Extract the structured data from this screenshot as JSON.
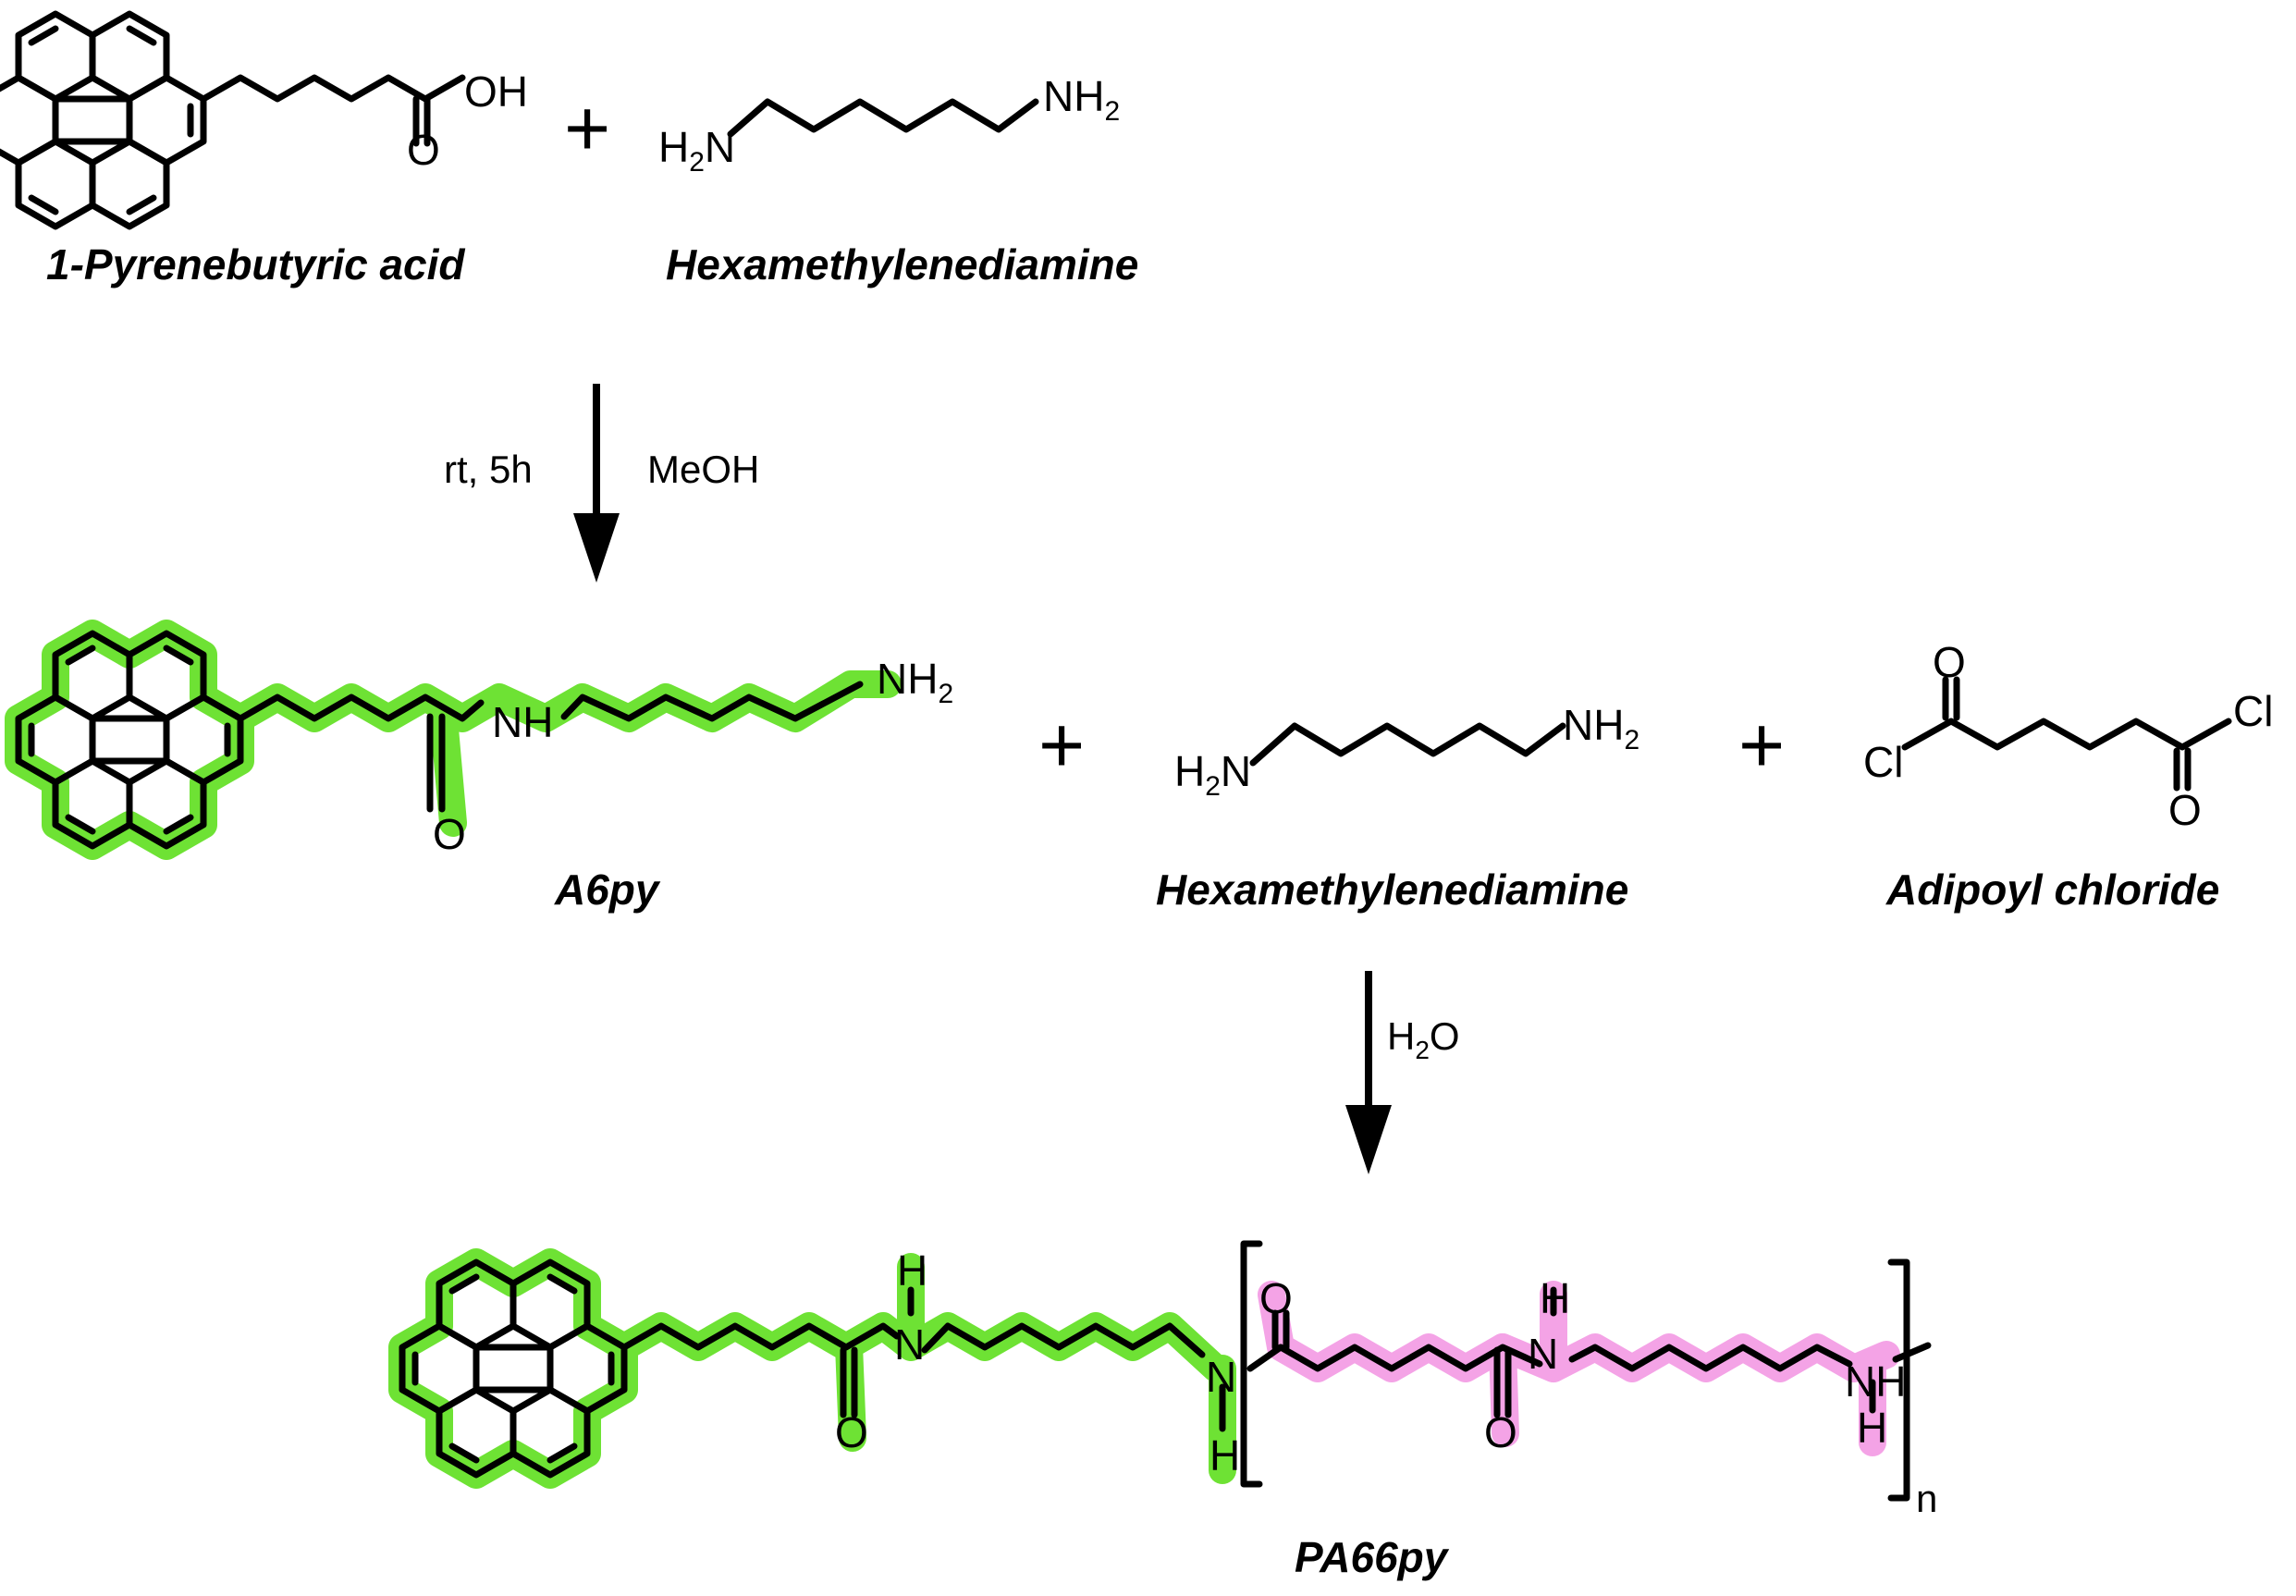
{
  "reactants_row1": {
    "acid": {
      "name": "1-Pyrenebutyric acid",
      "oh": "OH",
      "o": "O"
    },
    "plus": "+",
    "diamine": {
      "name": "Hexamethylenediamine",
      "h2n": "H2N",
      "nh2": "NH2"
    }
  },
  "step1": {
    "left": "rt, 5h",
    "right": "MeOH"
  },
  "row2": {
    "a6py": {
      "name": "A6py",
      "nh": "NH",
      "nh2": "NH2",
      "o": "O"
    },
    "plus1": "+",
    "diamine": {
      "name": "Hexamethylenediamine",
      "h2n": "H2N",
      "nh2": "NH2"
    },
    "plus2": "+",
    "adipoyl": {
      "name": "Adipoyl chloride",
      "cl_left": "Cl",
      "cl_right": "Cl",
      "o_top": "O",
      "o_bottom": "O"
    }
  },
  "step2": {
    "reagent": "H2O"
  },
  "product": {
    "name": "PA66py",
    "h": "H",
    "n": "N",
    "o": "O",
    "nh": "NH",
    "n_sub": "n"
  },
  "highlight_colors": {
    "end_group": "#6ee234",
    "repeat_unit": "#f4a3e6"
  }
}
